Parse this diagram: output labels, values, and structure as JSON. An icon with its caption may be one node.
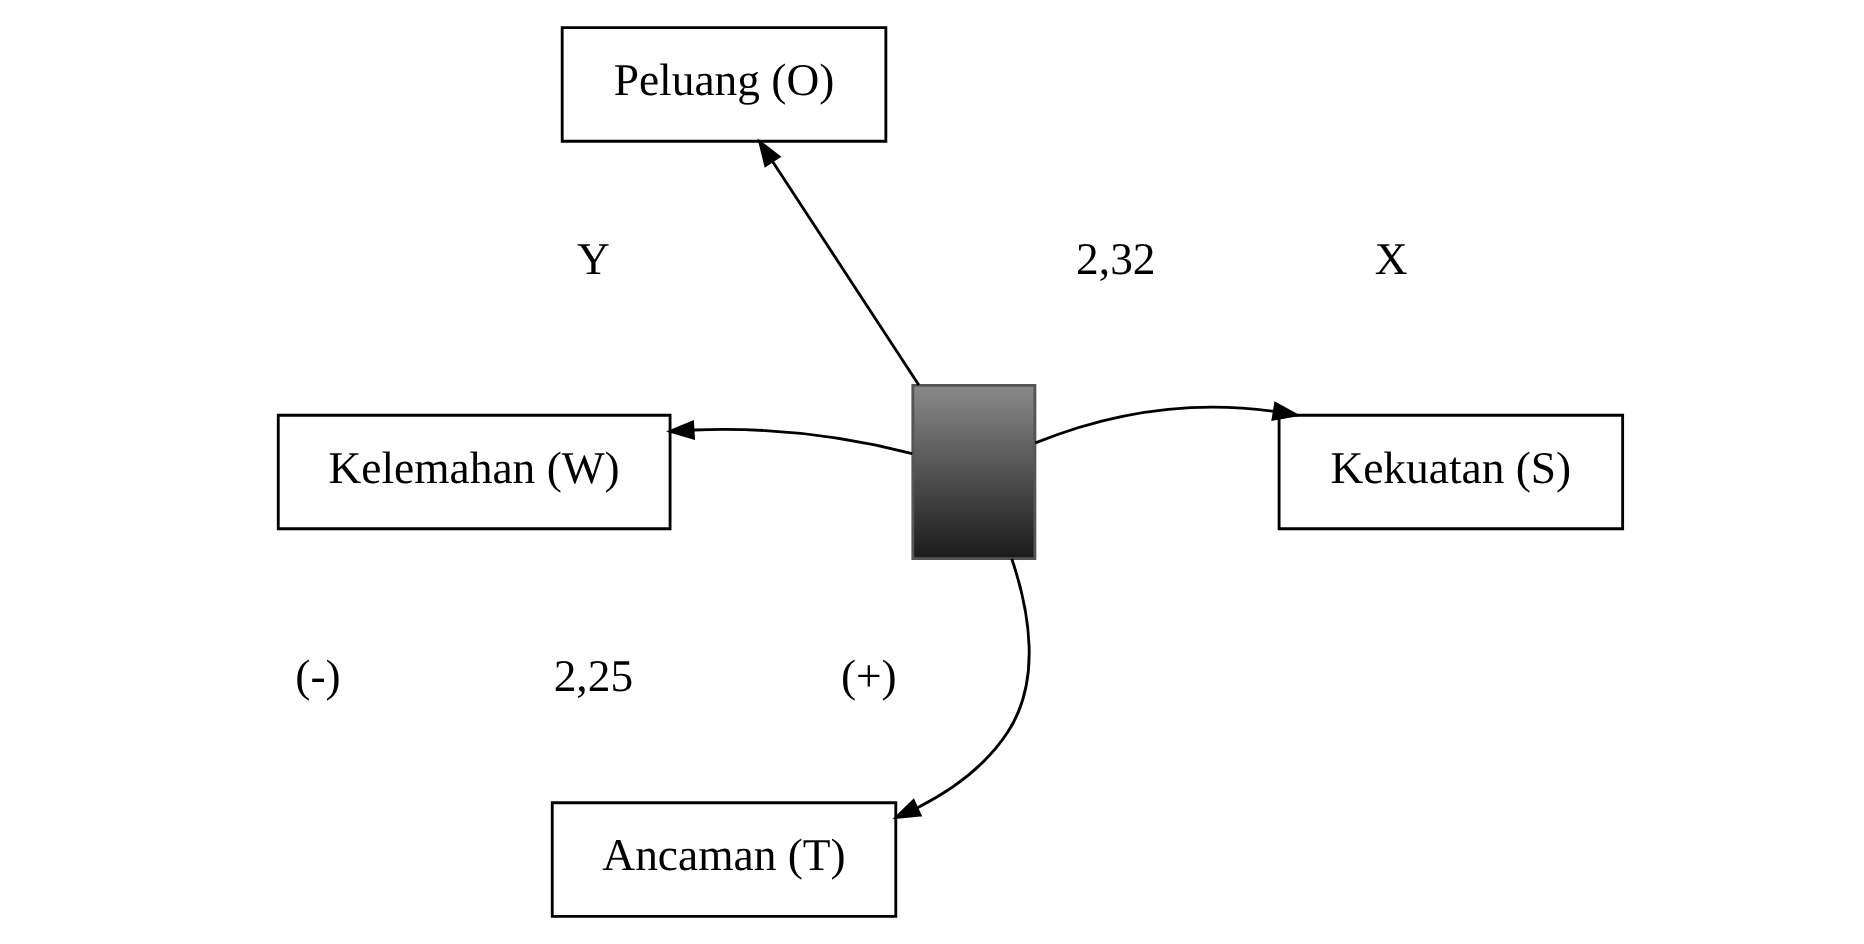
{
  "diagram": {
    "nodes": [
      {
        "text": [
          "Peluang (O)"
        ]
      },
      {
        "text": [
          "Kelemahan (W)"
        ]
      },
      {
        "text": [],
        "shape": "box"
      },
      {
        "text": [
          "Kekuatan (S)"
        ]
      },
      {
        "text": [
          "Ancaman (T)"
        ]
      }
    ],
    "edges": [
      {
        "from": 2,
        "to": 0,
        "arrow": "to"
      },
      {
        "from": 2,
        "to": 1,
        "arrow": "to"
      },
      {
        "from": 2,
        "to": 3,
        "arrow": "to"
      },
      {
        "from": 2,
        "to": 4,
        "arrow": "to"
      }
    ],
    "labels": [
      "Y",
      "2,32",
      "X",
      "(-)",
      "2,25",
      "(+)"
    ]
  }
}
